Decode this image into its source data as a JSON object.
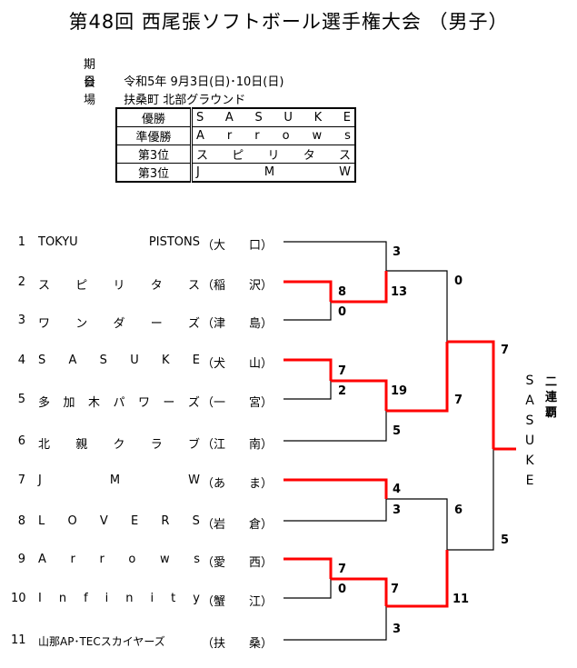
{
  "title": "第48回 西尾張ソフトボール選手権大会 （男子）",
  "info": {
    "date_label": "期 日",
    "date_value": "令和5年 9月3日(日)･10日(日)",
    "venue_label": "会 場",
    "venue_value": "扶桑町 北部グラウンド"
  },
  "results": [
    {
      "rank": "優勝",
      "team": "S A S U K E"
    },
    {
      "rank": "準優勝",
      "team": "A r r o w s"
    },
    {
      "rank": "第3位",
      "team": "ス ピ リ タ ス"
    },
    {
      "rank": "第3位",
      "team": "J M W"
    }
  ],
  "teams": [
    {
      "num": "1",
      "name": "TOKYU PISTONS",
      "city": "（大 口）"
    },
    {
      "num": "2",
      "name": "ス ピ リ タ ス",
      "city": "（稲 沢）"
    },
    {
      "num": "3",
      "name": "ワ ン ダ ー ズ",
      "city": "（津 島）"
    },
    {
      "num": "4",
      "name": "S A S U K E",
      "city": "（犬 山）"
    },
    {
      "num": "5",
      "name": "多 加 木 パ ワ ー ズ",
      "city": "（一 宮）"
    },
    {
      "num": "6",
      "name": "北 親 ク ラ ブ",
      "city": "（江 南）"
    },
    {
      "num": "7",
      "name": "J M W",
      "city": "（あ ま）"
    },
    {
      "num": "8",
      "name": "L O V E R S",
      "city": "（岩 倉）"
    },
    {
      "num": "9",
      "name": "A r r o w s",
      "city": "（愛 西）"
    },
    {
      "num": "10",
      "name": "I n f i n i t y",
      "city": "（蟹 江）"
    },
    {
      "num": "11",
      "name": "山那AP･TECスカイヤーズ",
      "city": "（扶 桑）"
    }
  ],
  "scores": [
    "3",
    "8",
    "0",
    "13",
    "0",
    "7",
    "2",
    "19",
    "7",
    "5",
    "7",
    "4",
    "3",
    "6",
    "5",
    "7",
    "0",
    "7",
    "11",
    "3"
  ],
  "champion": {
    "letters": [
      "S",
      "A",
      "S",
      "U",
      "K",
      "E"
    ],
    "note": [
      "二",
      "連",
      "覇"
    ]
  },
  "colors": {
    "winner_line": "#ff0000",
    "line": "#000000"
  }
}
